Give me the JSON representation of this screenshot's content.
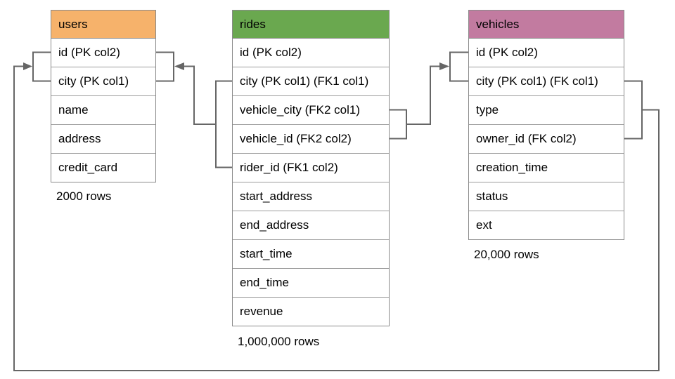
{
  "diagram": {
    "line_color": "#666666",
    "tables": [
      {
        "name": "users",
        "header_color": "#F6B26B",
        "columns": [
          "id (PK col2)",
          "city (PK col1)",
          "name",
          "address",
          "credit_card"
        ],
        "row_count": "2000 rows"
      },
      {
        "name": "rides",
        "header_color": "#6AA84F",
        "columns": [
          "id (PK col2)",
          "city (PK col1) (FK1 col1)",
          "vehicle_city (FK2 col1)",
          "vehicle_id (FK2 col2)",
          "rider_id (FK1 col2)",
          "start_address",
          "end_address",
          "start_time",
          "end_time",
          "revenue"
        ],
        "row_count": "1,000,000 rows"
      },
      {
        "name": "vehicles",
        "header_color": "#C27BA0",
        "columns": [
          "id (PK col2)",
          "city (PK col1) (FK col1)",
          "type",
          "owner_id (FK col2)",
          "creation_time",
          "status",
          "ext"
        ],
        "row_count": "20,000 rows"
      }
    ],
    "relationships": [
      {
        "from": "rides (FK1: city, rider_id)",
        "to": "users (PK: city, id)"
      },
      {
        "from": "rides (FK2: vehicle_city, vehicle_id)",
        "to": "vehicles (PK: city, id)"
      },
      {
        "from": "vehicles (FK: city, owner_id)",
        "to": "users (PK: city, id)"
      }
    ]
  }
}
